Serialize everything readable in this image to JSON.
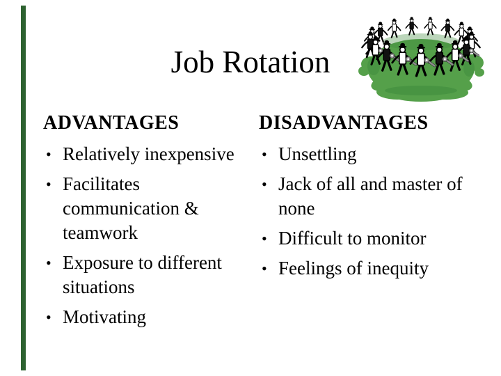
{
  "slide": {
    "title": "Job Rotation",
    "bullet_char": "•",
    "columns": [
      {
        "header": "ADVANTAGES",
        "bullets": [
          "Relatively inexpensive",
          "Facilitates communication & teamwork",
          "Exposure to different situations",
          "Motivating"
        ]
      },
      {
        "header": "DISADVANTAGES",
        "bullets": [
          "Unsettling",
          "Jack of all and master of none",
          "Difficult to monitor",
          "Feelings of inequity"
        ]
      }
    ],
    "colors": {
      "background": "#ffffff",
      "text": "#000000",
      "accent_bar": "#2d6230",
      "clipart_green": "#55a04a",
      "clipart_green_dark": "#3e8a3c",
      "wrench_gray": "#8f8f8f"
    },
    "clipart": {
      "description": "ring of cartoon workers with hats and wrenches walking in a circle on a green painted disc",
      "figure_count": 17
    }
  }
}
